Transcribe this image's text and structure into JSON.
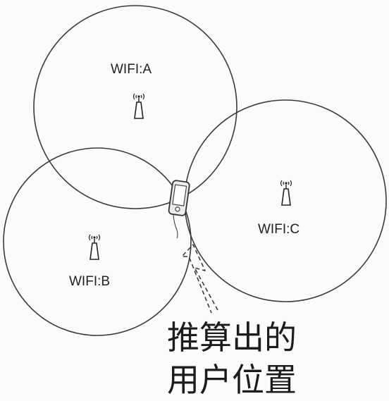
{
  "wifi": {
    "a_label": "WIFI:A",
    "b_label": "WIFI:B",
    "c_label": "WIFI:C"
  },
  "caption": {
    "line1": "推算出的",
    "line2": "用户位置"
  },
  "icons": [
    "antenna-icon",
    "phone-icon",
    "arrow-icon"
  ]
}
